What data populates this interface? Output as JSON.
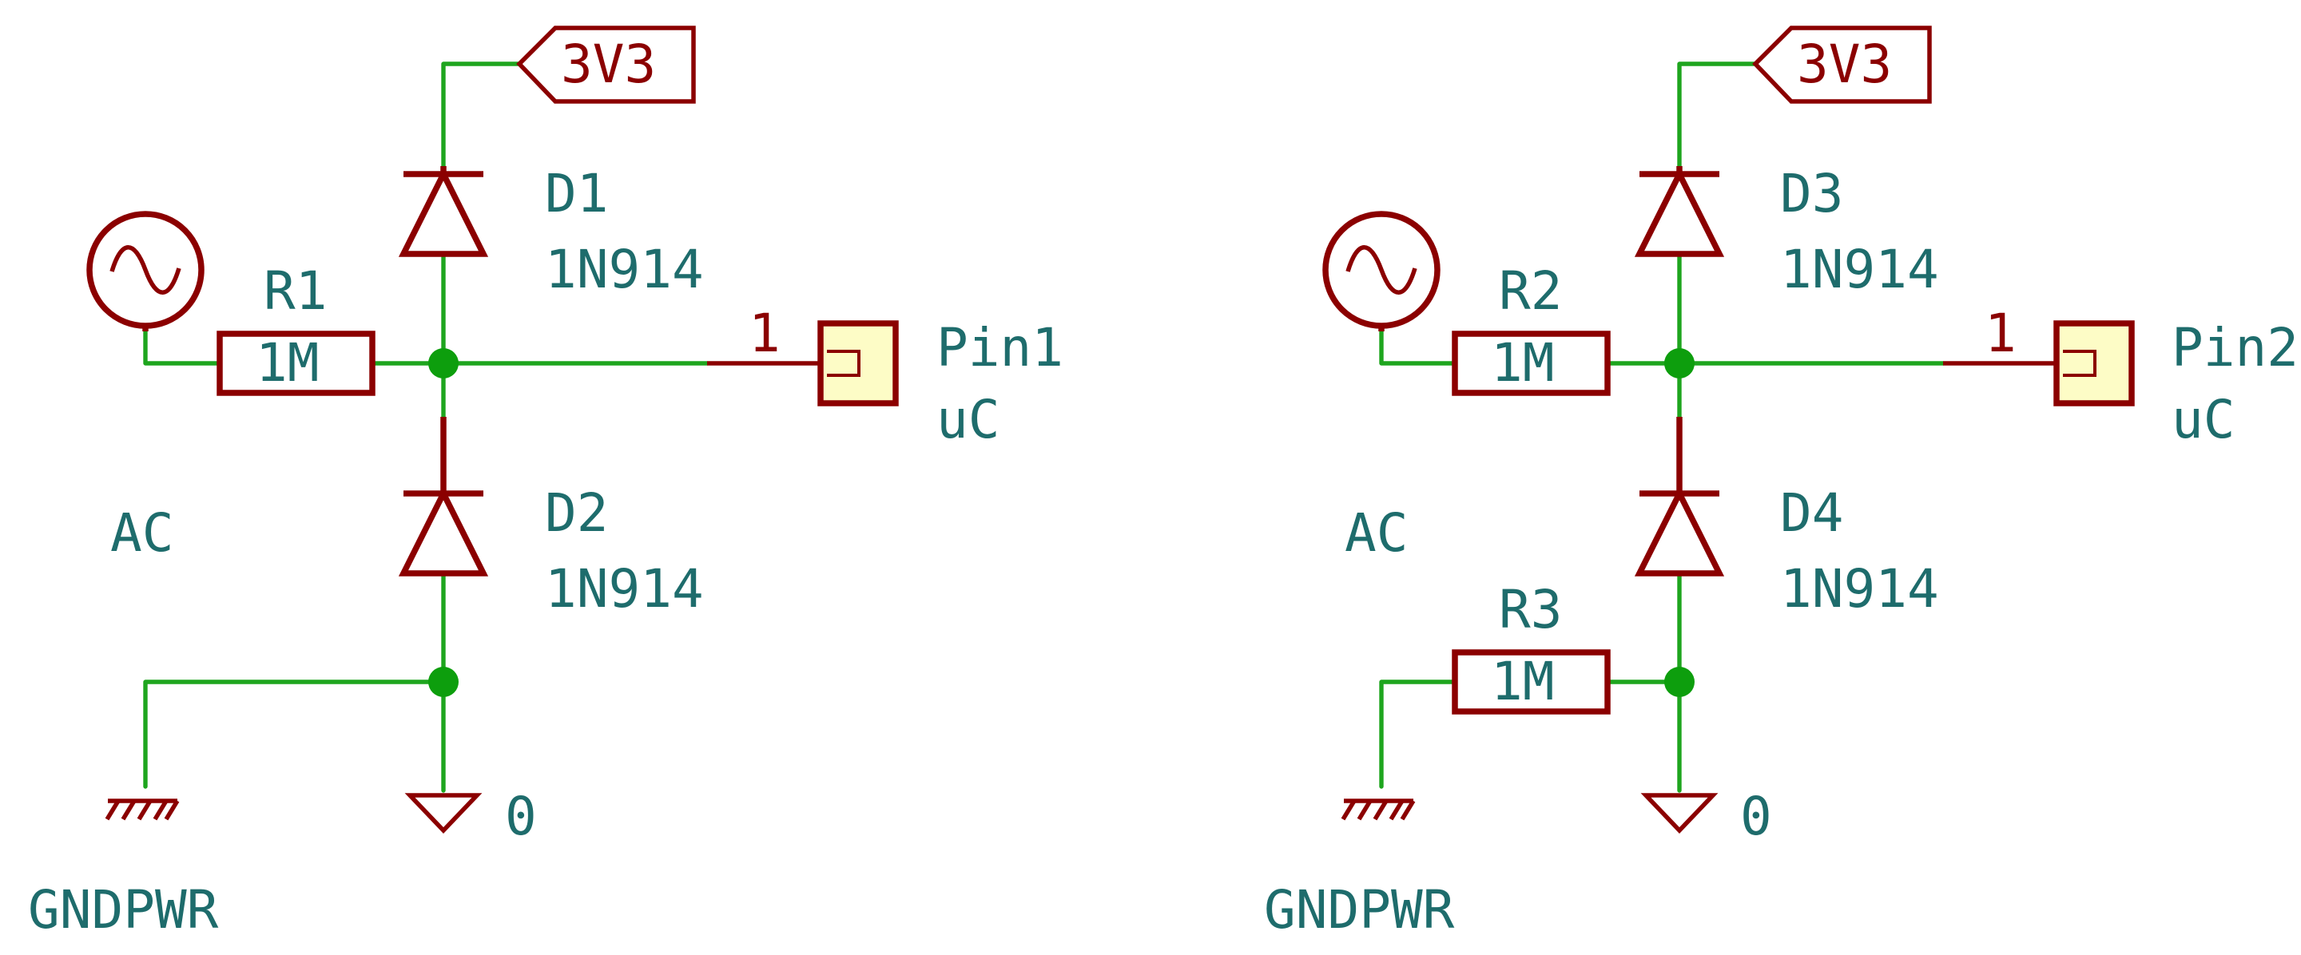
{
  "colors": {
    "wire": "#1ea51e",
    "symbol": "#8b0000",
    "text": "#1e6c6c",
    "pad_fill": "#fdfcc6",
    "junction": "#0d9e0d"
  },
  "circuit1": {
    "power_label": "3V3",
    "d_top": {
      "ref": "D1",
      "value": "1N914"
    },
    "d_bottom": {
      "ref": "D2",
      "value": "1N914"
    },
    "resistor": {
      "ref": "R1",
      "value": "1M"
    },
    "source": {
      "ref": "AC"
    },
    "pin": {
      "number": "1",
      "ref": "Pin1",
      "value": "uC"
    },
    "ground": {
      "label": "GNDPWR"
    },
    "gnd0": {
      "label": "0"
    }
  },
  "circuit2": {
    "power_label": "3V3",
    "d_top": {
      "ref": "D3",
      "value": "1N914"
    },
    "d_bottom": {
      "ref": "D4",
      "value": "1N914"
    },
    "resistor": {
      "ref": "R2",
      "value": "1M"
    },
    "resistor_gnd": {
      "ref": "R3",
      "value": "1M"
    },
    "source": {
      "ref": "AC"
    },
    "pin": {
      "number": "1",
      "ref": "Pin2",
      "value": "uC"
    },
    "ground": {
      "label": "GNDPWR"
    },
    "gnd0": {
      "label": "0"
    }
  }
}
